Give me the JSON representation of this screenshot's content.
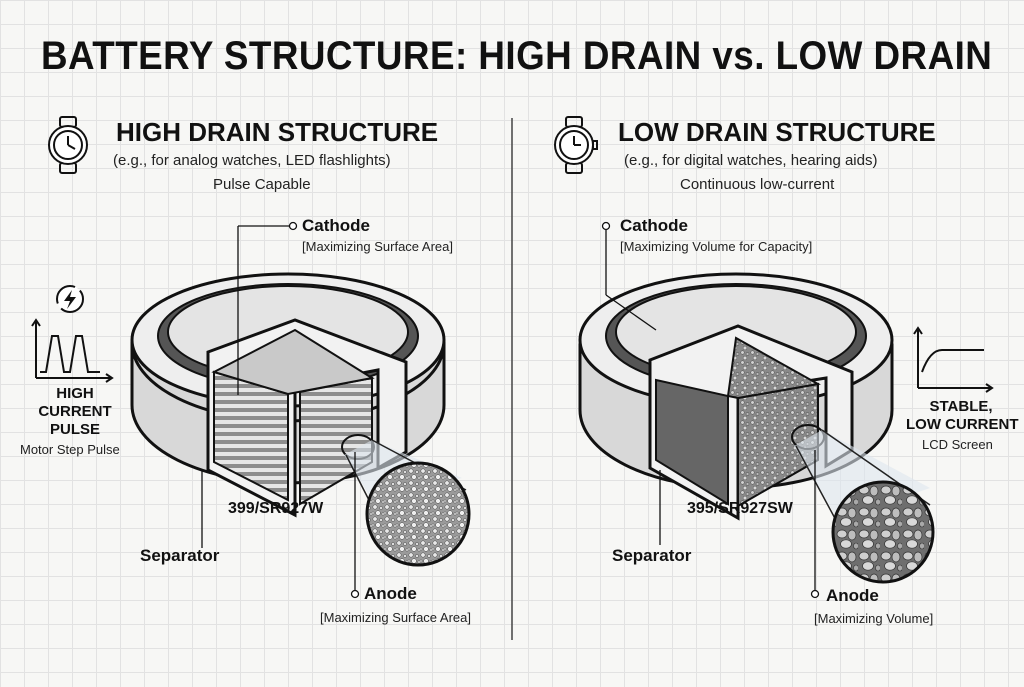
{
  "title": "BATTERY STRUCTURE: HIGH DRAIN vs. LOW DRAIN",
  "high": {
    "heading": "HIGH DRAIN STRUCTURE",
    "examples": "(e.g., for analog watches, LED flashlights)",
    "capability": "Pulse Capable",
    "cathode_label": "Cathode",
    "cathode_note": "[Maximizing Surface Area]",
    "separator_label": "Separator",
    "model": "399/SR927W",
    "anode_label": "Anode",
    "anode_note": "[Maximizing Surface Area]",
    "side_label_lines": [
      "HIGH",
      "CURRENT",
      "PULSE"
    ],
    "side_note": "Motor Step Pulse"
  },
  "low": {
    "heading": "LOW DRAIN STRUCTURE",
    "examples": "(e.g., for digital watches, hearing aids)",
    "capability": "Continuous low-current",
    "cathode_label": "Cathode",
    "cathode_note": "[Maximizing Volume for Capacity]",
    "separator_label": "Separator",
    "model": "395/SR927SW",
    "anode_label": "Anode",
    "anode_note": "[Maximizing Volume]",
    "side_label_lines": [
      "STABLE,",
      "LOW CURRENT"
    ],
    "side_note": "LCD Screen"
  },
  "icons": [
    "analog-watch-icon",
    "digital-watch-icon",
    "lightning-icon",
    "pulse-graph-icon",
    "steady-graph-icon"
  ],
  "colors": {
    "ink": "#111111",
    "metal": "#d9d9d9",
    "grid": "#e2e2e2"
  }
}
